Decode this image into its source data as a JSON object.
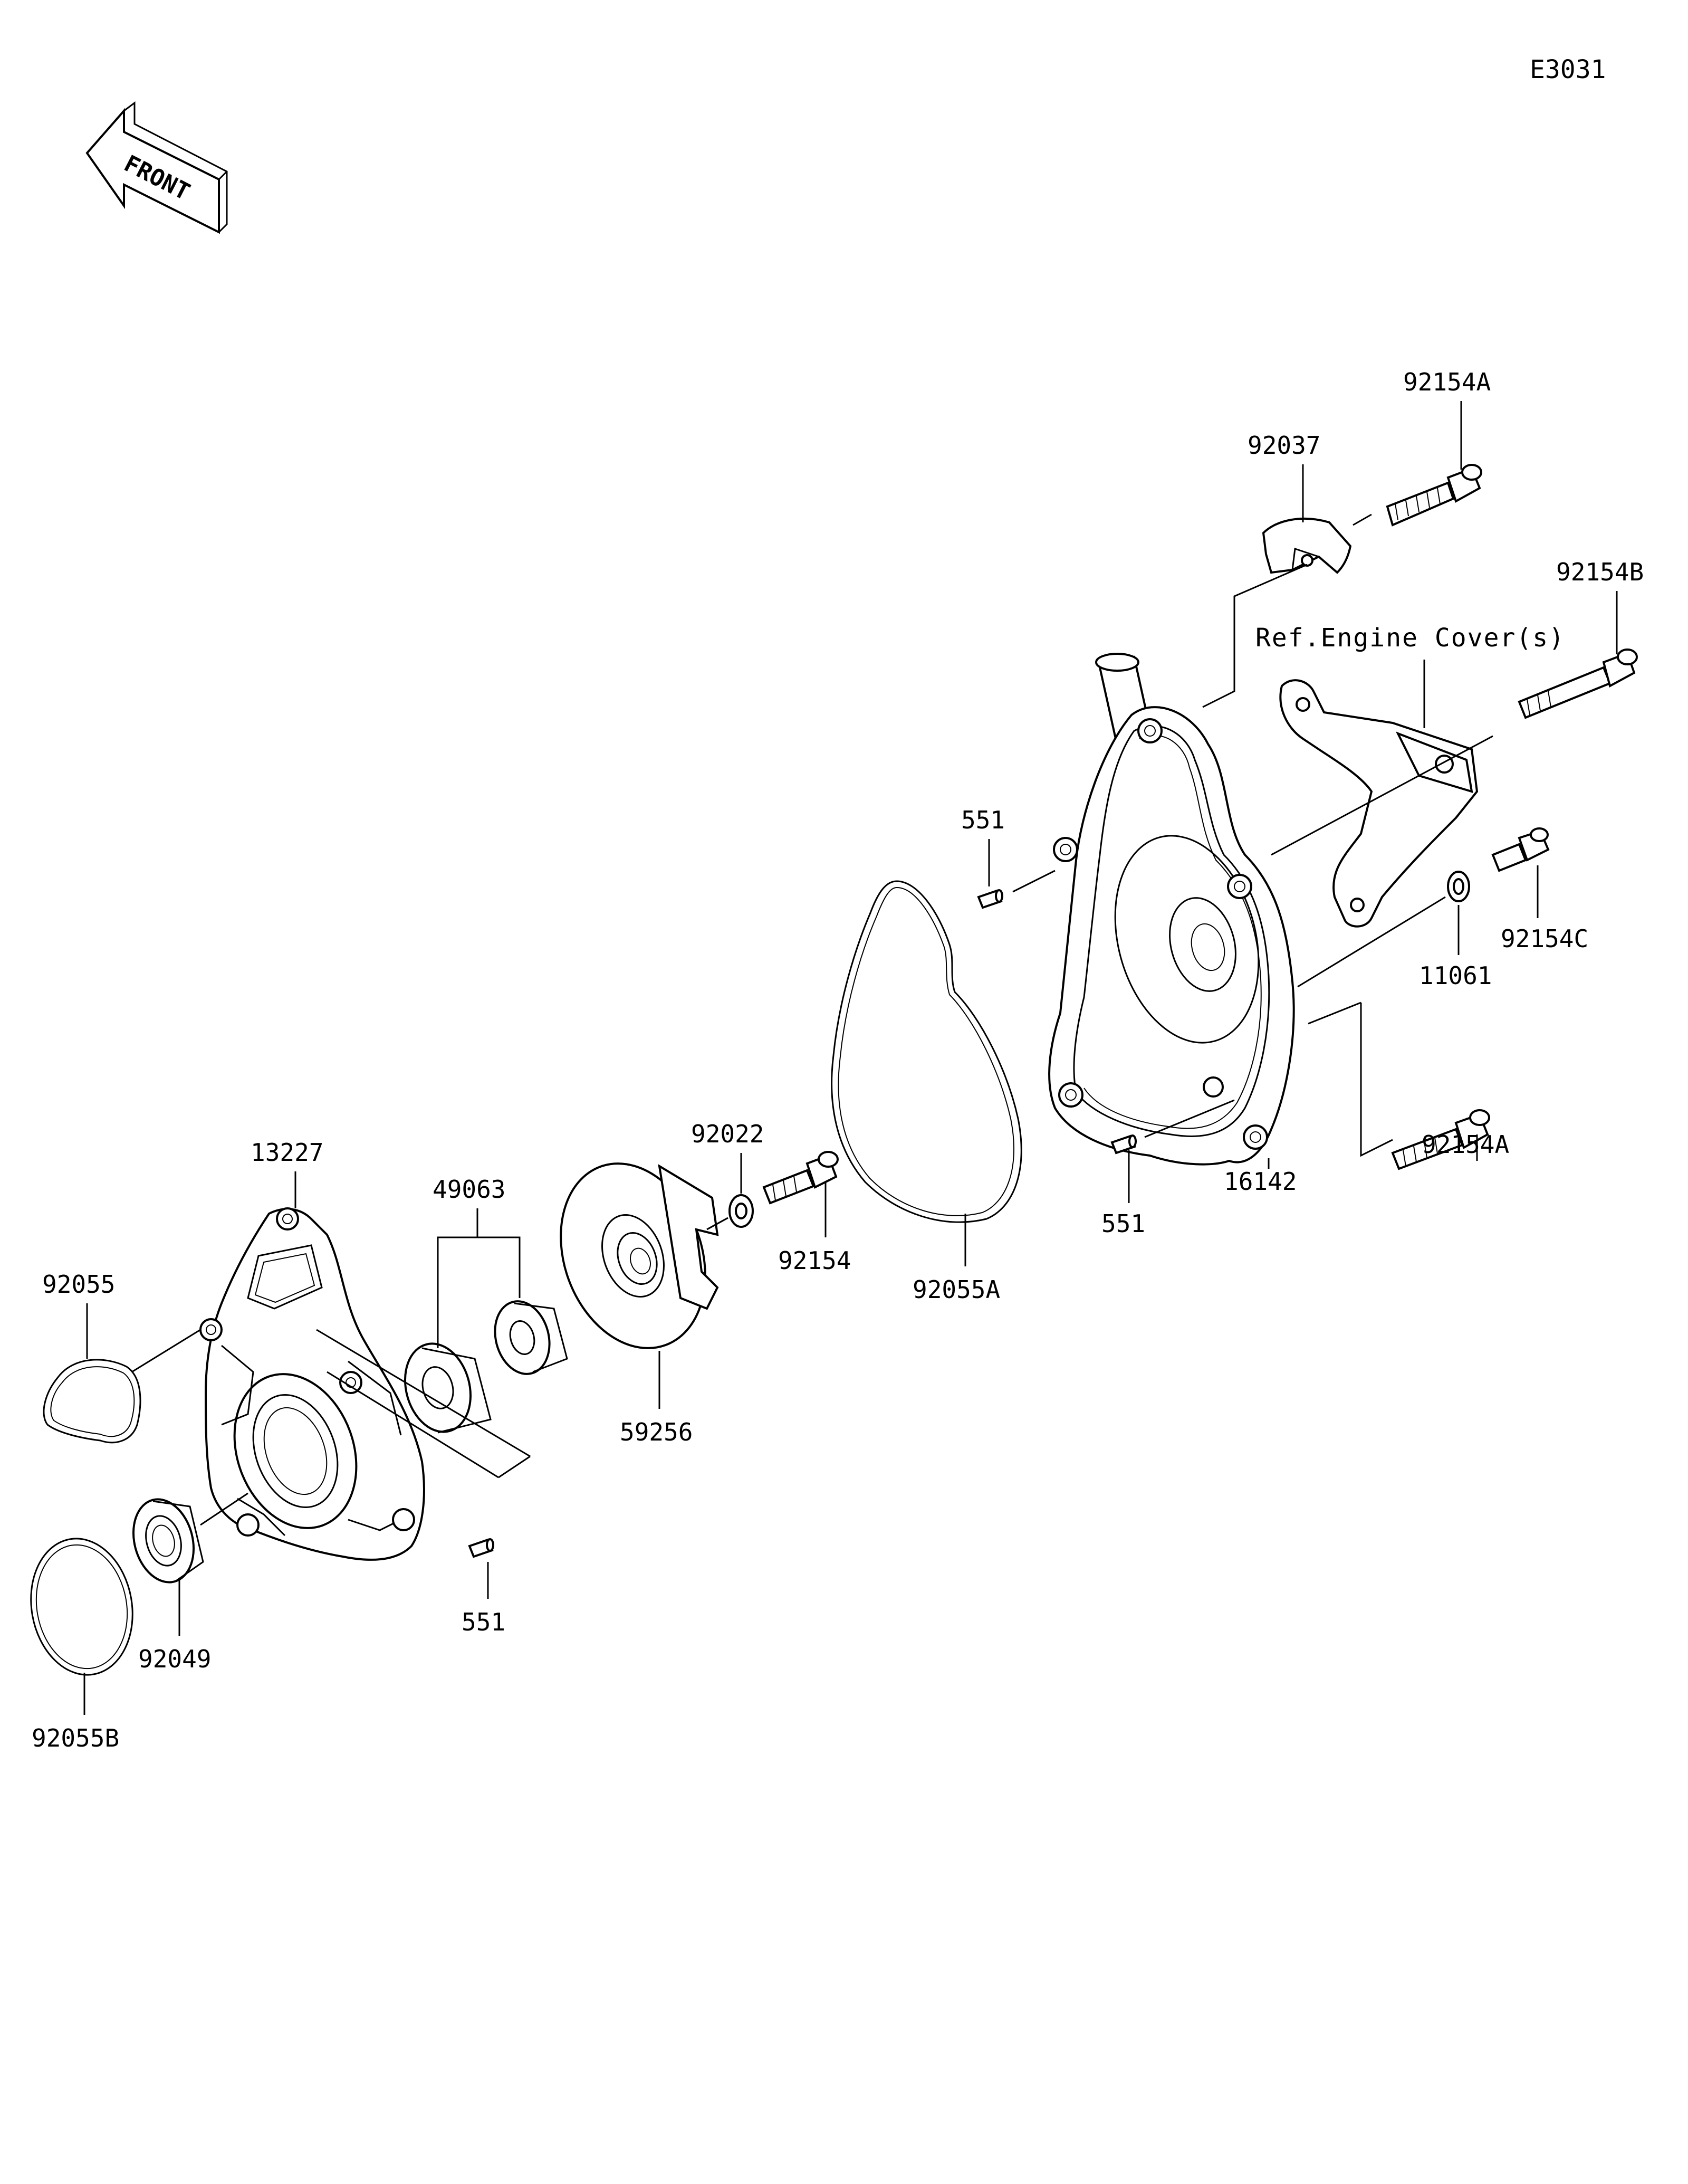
{
  "diagram": {
    "code": "E3031",
    "front_label": "FRONT",
    "ref_label": "Ref.Engine Cover(s)"
  },
  "parts": {
    "p92154A_top": "92154A",
    "p92037": "92037",
    "p92154B": "92154B",
    "p551_a": "551",
    "p92154C": "92154C",
    "p11061": "11061",
    "p92154A_bottom": "92154A",
    "p16142": "16142",
    "p551_b": "551",
    "p92022": "92022",
    "p92154": "92154",
    "p92055A": "92055A",
    "p13227": "13227",
    "p49063": "49063",
    "p59256": "59256",
    "p92055": "92055",
    "p551_c": "551",
    "p92049": "92049",
    "p92055B": "92055B"
  }
}
